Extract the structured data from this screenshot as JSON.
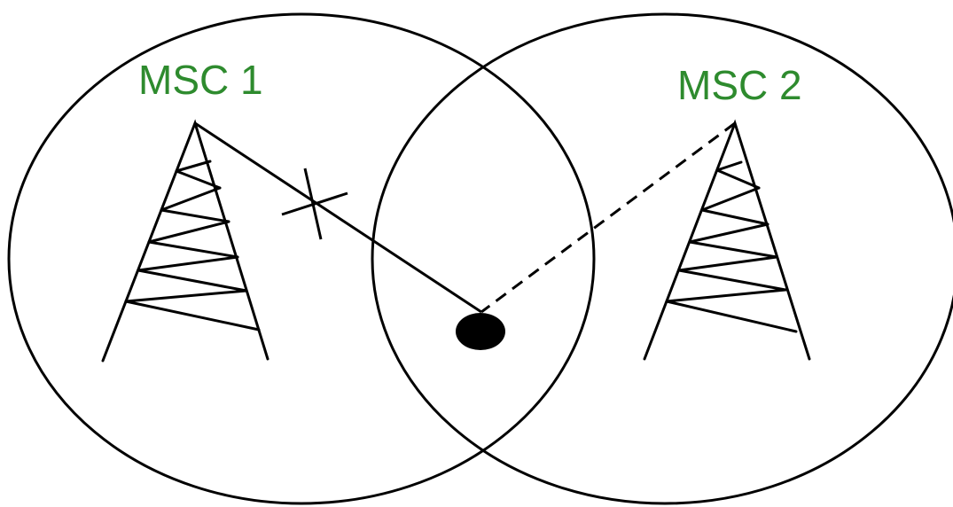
{
  "labels": {
    "msc1": "MSC 1",
    "msc2": "MSC 2"
  },
  "colors": {
    "label": "#2e8b2e",
    "line": "#000000",
    "mobile_station": "#000000"
  },
  "links": {
    "msc1_to_mobile": {
      "style": "solid",
      "state": "broken"
    },
    "msc2_to_mobile": {
      "style": "dashed",
      "state": "new"
    }
  }
}
